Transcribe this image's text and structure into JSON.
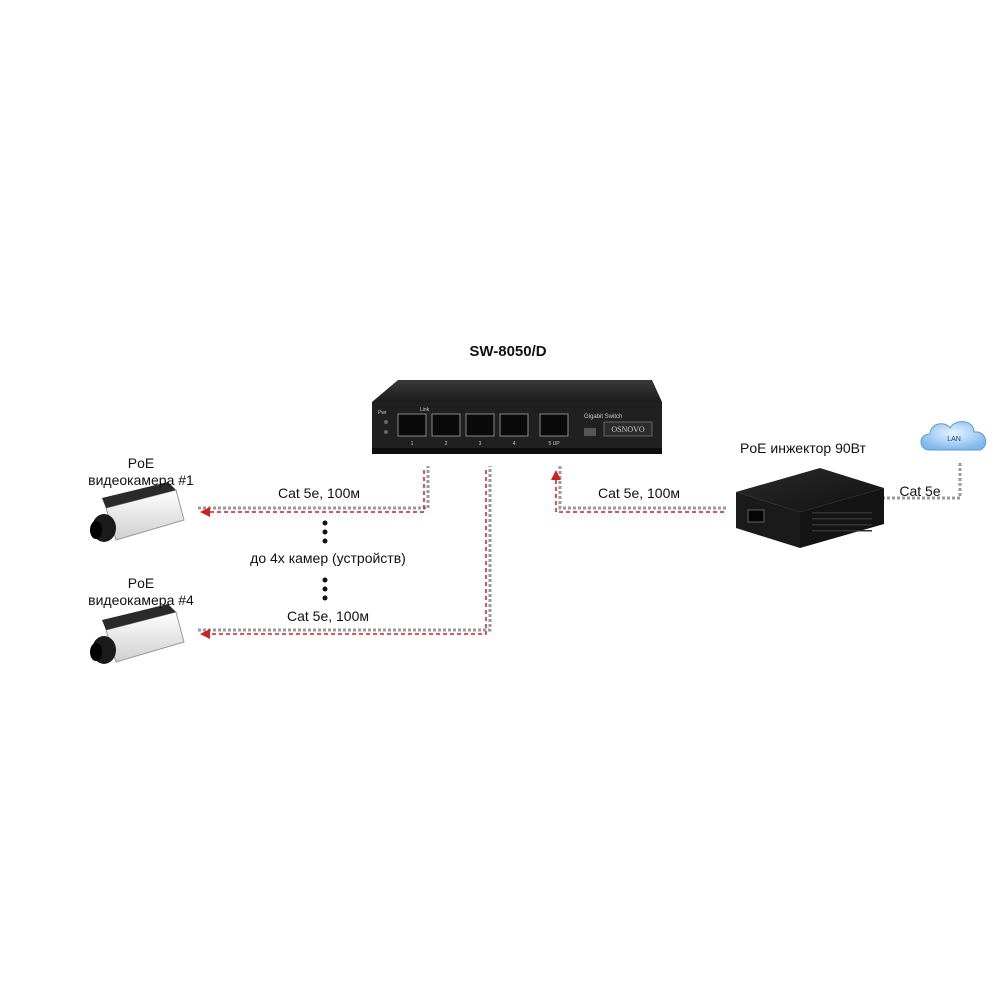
{
  "switch": {
    "title": "SW-8050/D",
    "brand": "OSNOVO",
    "panel_label": "Gigabit Switch",
    "led_labels": [
      "Pwr",
      "Link"
    ],
    "port_numbers": [
      "1",
      "2",
      "3",
      "4",
      "5 UP"
    ]
  },
  "camera1": {
    "line1": "PoE",
    "line2": "видеокамера #1"
  },
  "camera4": {
    "line1": "PoE",
    "line2": "видеокамера #4"
  },
  "cable_labels": {
    "camera1": "Cat 5e, 100м",
    "camera4": "Cat 5e, 100м",
    "uplink": "Cat 5e, 100м",
    "lan": "Cat 5e"
  },
  "cameras_note": "до 4х камер (устройств)",
  "injector": {
    "label": "PoE инжектор 90Вт"
  },
  "lan_cloud": {
    "label": "LAN"
  },
  "colors": {
    "cable": "#999999",
    "power": "#cc2222",
    "device": "#1a1a1a"
  }
}
